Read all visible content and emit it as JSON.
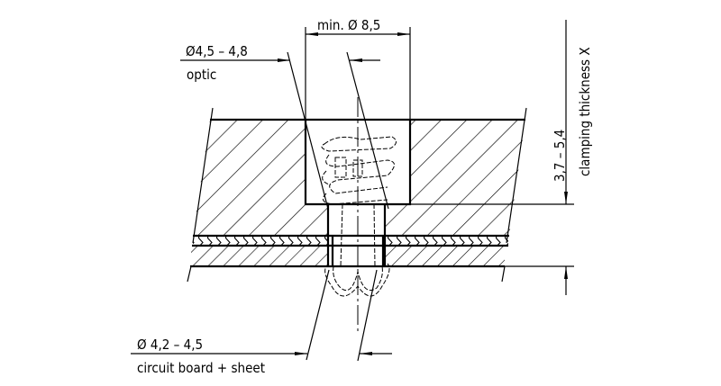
{
  "dimensions": {
    "hole_diameter": "min. Ø  8,5",
    "optic_diameter": "Ø4,5 – 4,8",
    "optic_label": "optic",
    "clamping_range": "3,7 – 5,4",
    "clamping_label": "clamping thickness X",
    "board_diameter": "Ø 4,2 – 4,5",
    "board_label": "circuit board + sheet"
  }
}
